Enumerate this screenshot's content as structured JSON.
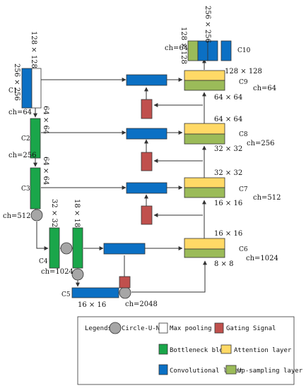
{
  "colors": {
    "conv": "#0b70c4",
    "bottleneck": "#1aa64a",
    "attention": "#ffd966",
    "upsampling": "#9bbb59",
    "gating": "#c0504d",
    "circle": "#a6a6a6",
    "maxpool": "#ffffff"
  },
  "encoder": {
    "c1": {
      "name": "C1",
      "dim_left": "256 × 256",
      "dim_top": "128 × 128",
      "ch": "ch=64"
    },
    "c2": {
      "name": "C2",
      "dim": "64 × 64",
      "ch": "ch=256"
    },
    "c3": {
      "name": "C3",
      "dim": "64 × 64",
      "ch": "ch=512"
    },
    "c4": {
      "name": "C4",
      "dim_a": "32 × 32",
      "dim_b": "18 × 18",
      "ch": "ch=1024"
    },
    "c5": {
      "name": "C5",
      "dim": "16 × 16",
      "ch": "ch=2048"
    }
  },
  "decoder": {
    "c6": {
      "name": "C6",
      "dim_top": "16 × 16",
      "dim_bottom": "8 × 8",
      "ch": "ch=1024"
    },
    "c7": {
      "name": "C7",
      "dim_top": "32 × 32",
      "dim_bottom": "16 × 16",
      "ch": "ch=512"
    },
    "c8": {
      "name": "C8",
      "dim_top": "64 × 64",
      "dim_bottom": "32 × 32",
      "ch": "ch=256"
    },
    "c9": {
      "name": "C9",
      "dim_top": "128 × 128",
      "dim_bottom": "64 × 64",
      "ch": "ch=64"
    },
    "c10": {
      "name": "C10",
      "dim_top": "256 × 256",
      "dim_left": "128 × 128",
      "ch": "ch=64"
    }
  },
  "legend": {
    "title": "Legends:",
    "circle": "Circle-U-Net",
    "maxpool": "Max pooling",
    "gating": "Gating Signal",
    "bottleneck": "Bottleneck block",
    "attention": "Attention layer",
    "conv": "Convolutional layer",
    "upsampling": "Up-sampling layer"
  }
}
